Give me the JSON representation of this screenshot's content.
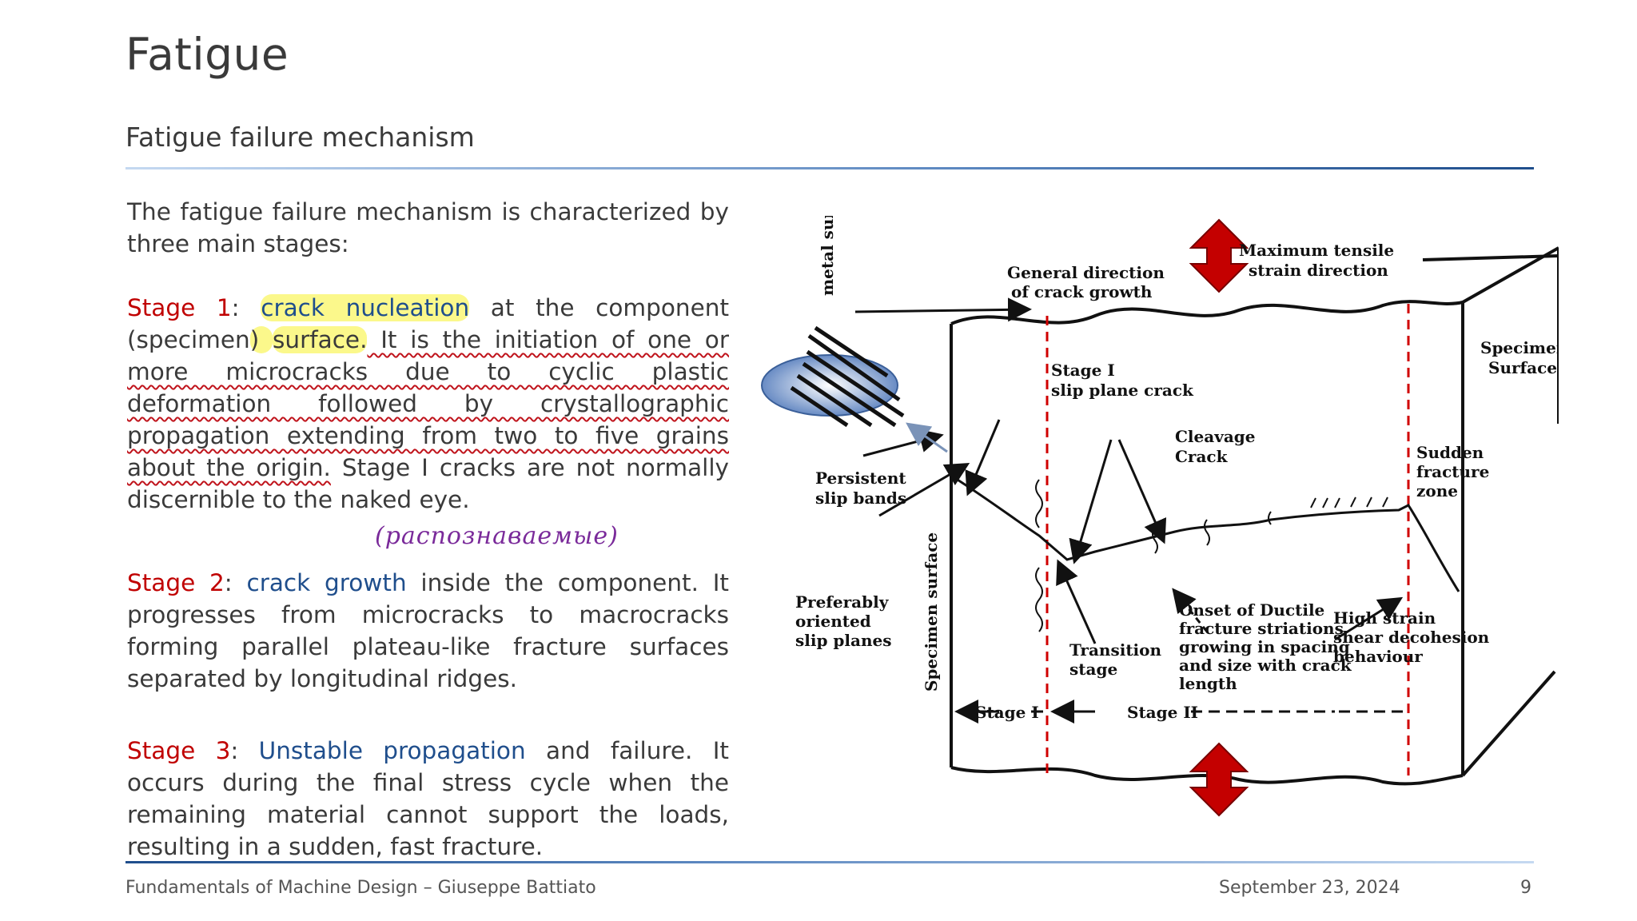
{
  "title": "Fatigue",
  "subtitle": "Fatigue failure mechanism",
  "intro": "The fatigue failure mechanism is characterized by three main stages:",
  "stage1": {
    "label": "Stage 1",
    "colon": ": ",
    "term": "crack nucleation",
    "text_a": " at the component (specimen",
    "text_b": ") ",
    "text_c": "surface.",
    "text_d": " It is the initiation of one or more microcracks due to cyclic plastic deformation followed by crystallographic propagation extending from two to five grains about the origin.",
    "text_e": " Stage I cracks are not normally discernible to the naked eye.",
    "annotation": "(распознаваемые)"
  },
  "stage2": {
    "label": "Stage 2",
    "colon": ": ",
    "term": "crack growth",
    "text": " inside the component. It progresses from microcracks to macrocracks forming parallel plateau-like fracture surfaces separated by longitudinal ridges."
  },
  "stage3": {
    "label": "Stage 3",
    "colon": ": ",
    "term": "Unstable propagation",
    "text": " and failure. It occurs during the final stress cycle when the remaining material cannot support the loads, resulting in a sudden, fast fracture."
  },
  "diagram": {
    "metal_surface": "metal surface",
    "general_dir_1": "General direction",
    "general_dir_2": "of crack growth",
    "max_tensile_1": "Maximum tensile",
    "max_tensile_2": "strain direction",
    "specimen_surface_r1": "Specimen",
    "specimen_surface_r2": "Surface",
    "stage1_crack_1": "Stage I",
    "stage1_crack_2": "slip plane crack",
    "cleavage_1": "Cleavage",
    "cleavage_2": "Crack",
    "sudden_1": "Sudden",
    "sudden_2": "fracture",
    "sudden_3": "zone",
    "persistent_1": "Persistent",
    "persistent_2": "slip bands",
    "preferably_1": "Preferably",
    "preferably_2": "oriented",
    "preferably_3": "slip planes",
    "specimen_surface_v": "Specimen surface",
    "transition_1": "Transition",
    "transition_2": "stage",
    "onset_1": "Onset of Ductile",
    "onset_2": "fracture striations",
    "onset_3": "growing in spacing",
    "onset_4": "and size with crack",
    "onset_5": "length",
    "high_1": "High strain",
    "high_2": "shear decohesion",
    "high_3": "behaviour",
    "stage_i": "Stage I",
    "stage_ii": "Stage II"
  },
  "footer": {
    "left": "Fundamentals of Machine Design – Giuseppe Battiato",
    "date": "September 23, 2024",
    "page": "9"
  }
}
